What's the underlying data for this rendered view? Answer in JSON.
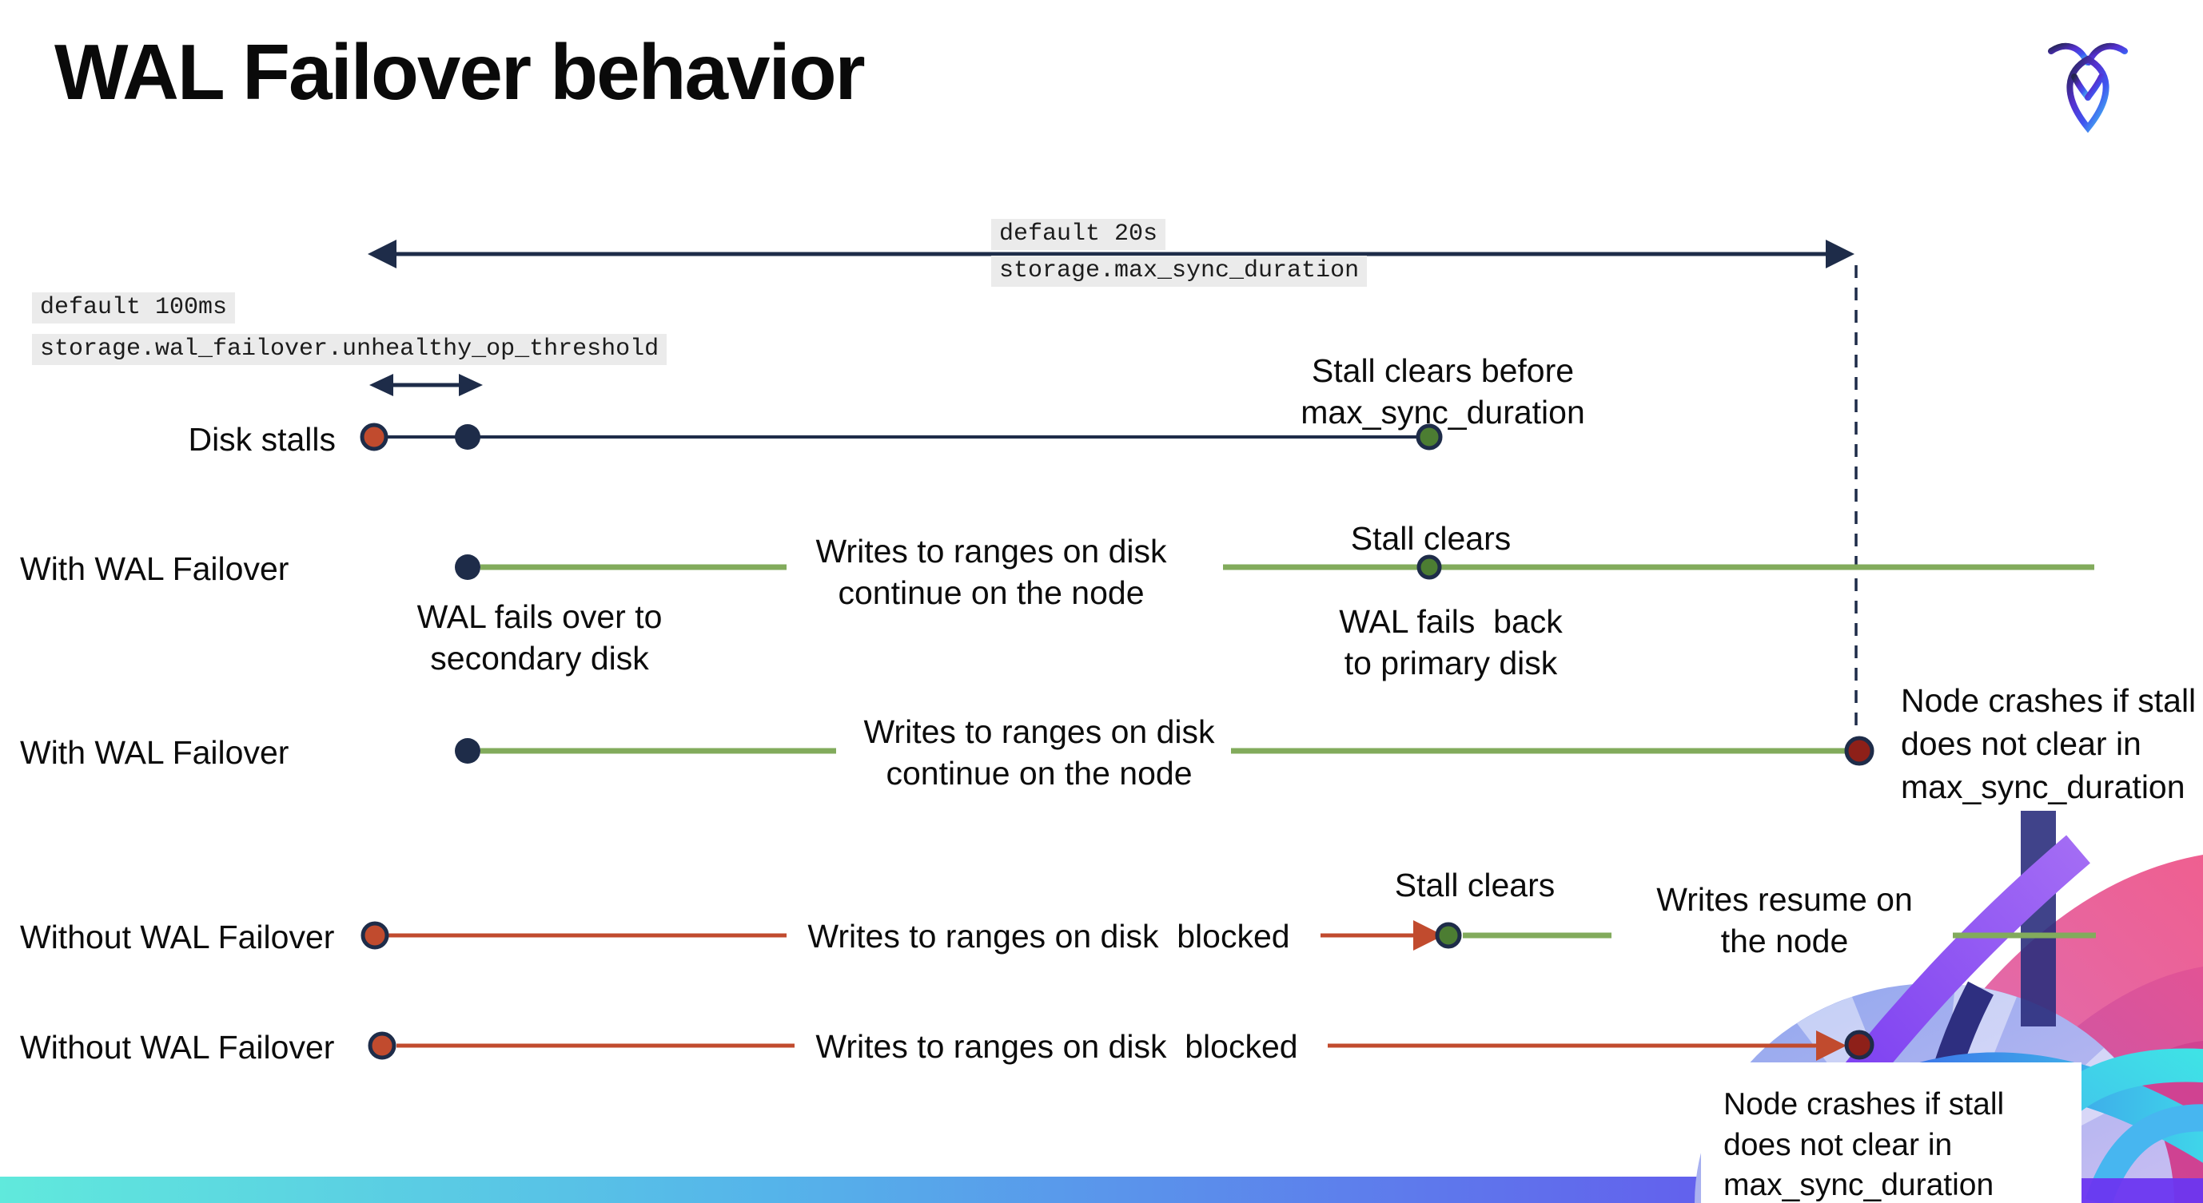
{
  "title": "WAL Failover behavior",
  "logo_icon": "cockroach-mark",
  "settings": {
    "max_sync": {
      "value": "default 20s",
      "name": "storage.max_sync_duration"
    },
    "unhealthy_op": {
      "value": "default 100ms",
      "name": "storage.wal_failover.unhealthy_op_threshold"
    }
  },
  "rows": {
    "disk_stalls": {
      "label": "Disk stalls",
      "stall_clears": "Stall clears before\nmax_sync_duration"
    },
    "with_failover_clears": {
      "label": "With WAL Failover",
      "fails_over": "WAL fails over to\nsecondary disk",
      "writes_continue": "Writes to ranges on disk\ncontinue on the node",
      "stall_clears": "Stall clears",
      "fails_back": "WAL fails  back\nto primary disk"
    },
    "with_failover_crash": {
      "label": "With WAL Failover",
      "writes_continue": "Writes to ranges on disk\ncontinue on the node",
      "crash": "Node crashes if stall\ndoes not clear in\nmax_sync_duration"
    },
    "without_failover_clears": {
      "label": "Without WAL Failover",
      "writes_blocked": "Writes to ranges on disk  blocked",
      "stall_clears": "Stall clears",
      "writes_resume": "Writes resume on\nthe node"
    },
    "without_failover_crash": {
      "label": "Without WAL Failover",
      "writes_blocked": "Writes to ranges on disk  blocked",
      "crash": "Node crashes if stall\ndoes not clear in\nmax_sync_duration"
    }
  },
  "colors": {
    "navy": "#1e2c49",
    "green_line": "#82ab5c",
    "green_dot": "#4c7d32",
    "red": "#c14b2e",
    "crash_red": "#8e2019",
    "code_highlight_bg": "#ebebeb",
    "footer_gradient": [
      "#60e9dc",
      "#55b4ea",
      "#5f72ec",
      "#6c36f0"
    ]
  }
}
